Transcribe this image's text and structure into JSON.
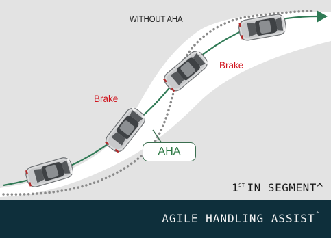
{
  "labels": {
    "without_aha": "WITHOUT AHA",
    "brake_left": "Brake",
    "brake_right": "Brake",
    "aha": "AHA"
  },
  "segment": {
    "number": "1",
    "ordinal": "ST",
    "text": "IN SEGMENT^"
  },
  "banner": {
    "text": "AGILE HANDLING ASSIST",
    "mark": "^"
  },
  "colors": {
    "brake": "#d0121b",
    "aha_text": "#2e7a45",
    "path_green": "#2f7a55",
    "banner_bg": "#0e2f3b",
    "road": "#e3e3e3"
  }
}
